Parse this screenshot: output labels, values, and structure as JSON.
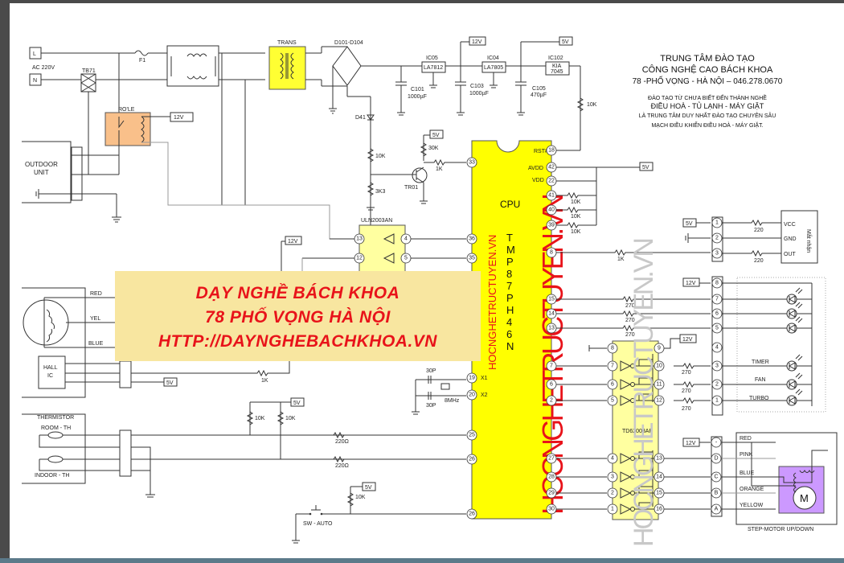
{
  "header": {
    "line1": "TRUNG TÂM ĐÀO TẠO",
    "line2": "CÔNG NGHỆ CAO BÁCH KHOA",
    "line3": "78 -PHỐ VỌNG - HÀ NỘI – 046.278.0670",
    "line4": "ĐÀO TẠO TỪ CHƯA BIẾT ĐẾN THÀNH NGHỀ",
    "line5": "ĐIỀU HOÀ - TỦ LẠNH - MÁY GIẶT",
    "line6": "LÀ TRUNG TÂM DUY NHẤT ĐÀO TẠO CHUYÊN SÂU",
    "line7": "MẠCH ĐIỀU KHIỂN ĐIỀU HOÀ - MÁY GIẶT."
  },
  "banner": {
    "line1": "DẠY NGHỀ BÁCH KHOA",
    "line2": "78 PHỐ VỌNG HÀ NỘI",
    "line3": "HTTP://DAYNGHEBACHKHOA.VN"
  },
  "watermark": {
    "cpu_inner": "HOCNGHETRUCTUYEN.VN",
    "cpu_big": "HOCNGHETRUCTUYEN.VN",
    "gray": "HOCNGHETRUCTUYEN.VN"
  },
  "power": {
    "l": "L",
    "n": "N",
    "ac": "AC 220V",
    "f1": "F1",
    "tb71": "TB71",
    "relay": "RO'LE",
    "trans": "TRANS",
    "bridge": "D101-D104",
    "d41": "D41",
    "ic05": "IC05",
    "la7812": "LA7812",
    "ic04": "IC04",
    "la7805": "LA7805",
    "ic102": "IC102",
    "kia1": "KIA",
    "kia2": "7045",
    "c101": "C101",
    "c101v": "1000µF",
    "c103": "C103",
    "c103v": "1000µF",
    "c105": "C105",
    "c105v": "470µF",
    "r10k": "10K",
    "r10k_b": "10K",
    "r3k3": "3K3",
    "r30k": "30K",
    "r1k": "1K",
    "tr01": "TR01"
  },
  "rails": {
    "v12": "12V",
    "v5": "5V"
  },
  "outdoor": {
    "line1": "OUTDOOR",
    "line2": "UNIT"
  },
  "fan_motor": {
    "red": "RED",
    "yel": "YEL",
    "blue": "BLUE",
    "hall1": "HALL",
    "hall2": "IC",
    "r1k": "1K"
  },
  "thermistor": {
    "title": "THERMISTOR",
    "room": "ROOM - TH",
    "indoor": "INDOOR - TH",
    "r10k": "10K",
    "r220": "220Ω"
  },
  "switch": {
    "label": "SW - AUTO",
    "r10k": "10K"
  },
  "crystal": {
    "c": "30P",
    "f": "8MHz",
    "x1": "X1",
    "x2": "X2"
  },
  "uln": {
    "name": "ULN2003AN"
  },
  "cpu": {
    "title": "CPU",
    "part": [
      "T",
      "M",
      "P",
      "8",
      "7",
      "P",
      "H",
      "4",
      "6",
      "N"
    ],
    "rst": "RST#",
    "avdd": "AVDD",
    "vdd": "VDD",
    "left_pins": [
      "33",
      "36",
      "35",
      "19",
      "20",
      "25",
      "26",
      "26",
      "27",
      "28",
      "29",
      "30"
    ],
    "right_pins": [
      "18",
      "42",
      "22",
      "41",
      "40",
      "39",
      "8",
      "15",
      "14",
      "13",
      "7",
      "6",
      "2"
    ]
  },
  "receiver": {
    "title": "Mắt nhận",
    "vcc": "VCC",
    "gnd": "GND",
    "out": "OUT",
    "r": "220"
  },
  "display": {
    "timer": "TIMER",
    "fan": "FAN",
    "turbo": "TURBO",
    "r270": "270"
  },
  "td": {
    "name": "TD62003AP"
  },
  "stepper": {
    "wires": [
      "RED",
      "PINK",
      "BLUE",
      "ORANGE",
      "YELLOW"
    ],
    "pins": [
      "-",
      "D",
      "C",
      "B",
      "A"
    ],
    "label": "STEP-MOTOR UP/DOWN",
    "m": "M"
  }
}
